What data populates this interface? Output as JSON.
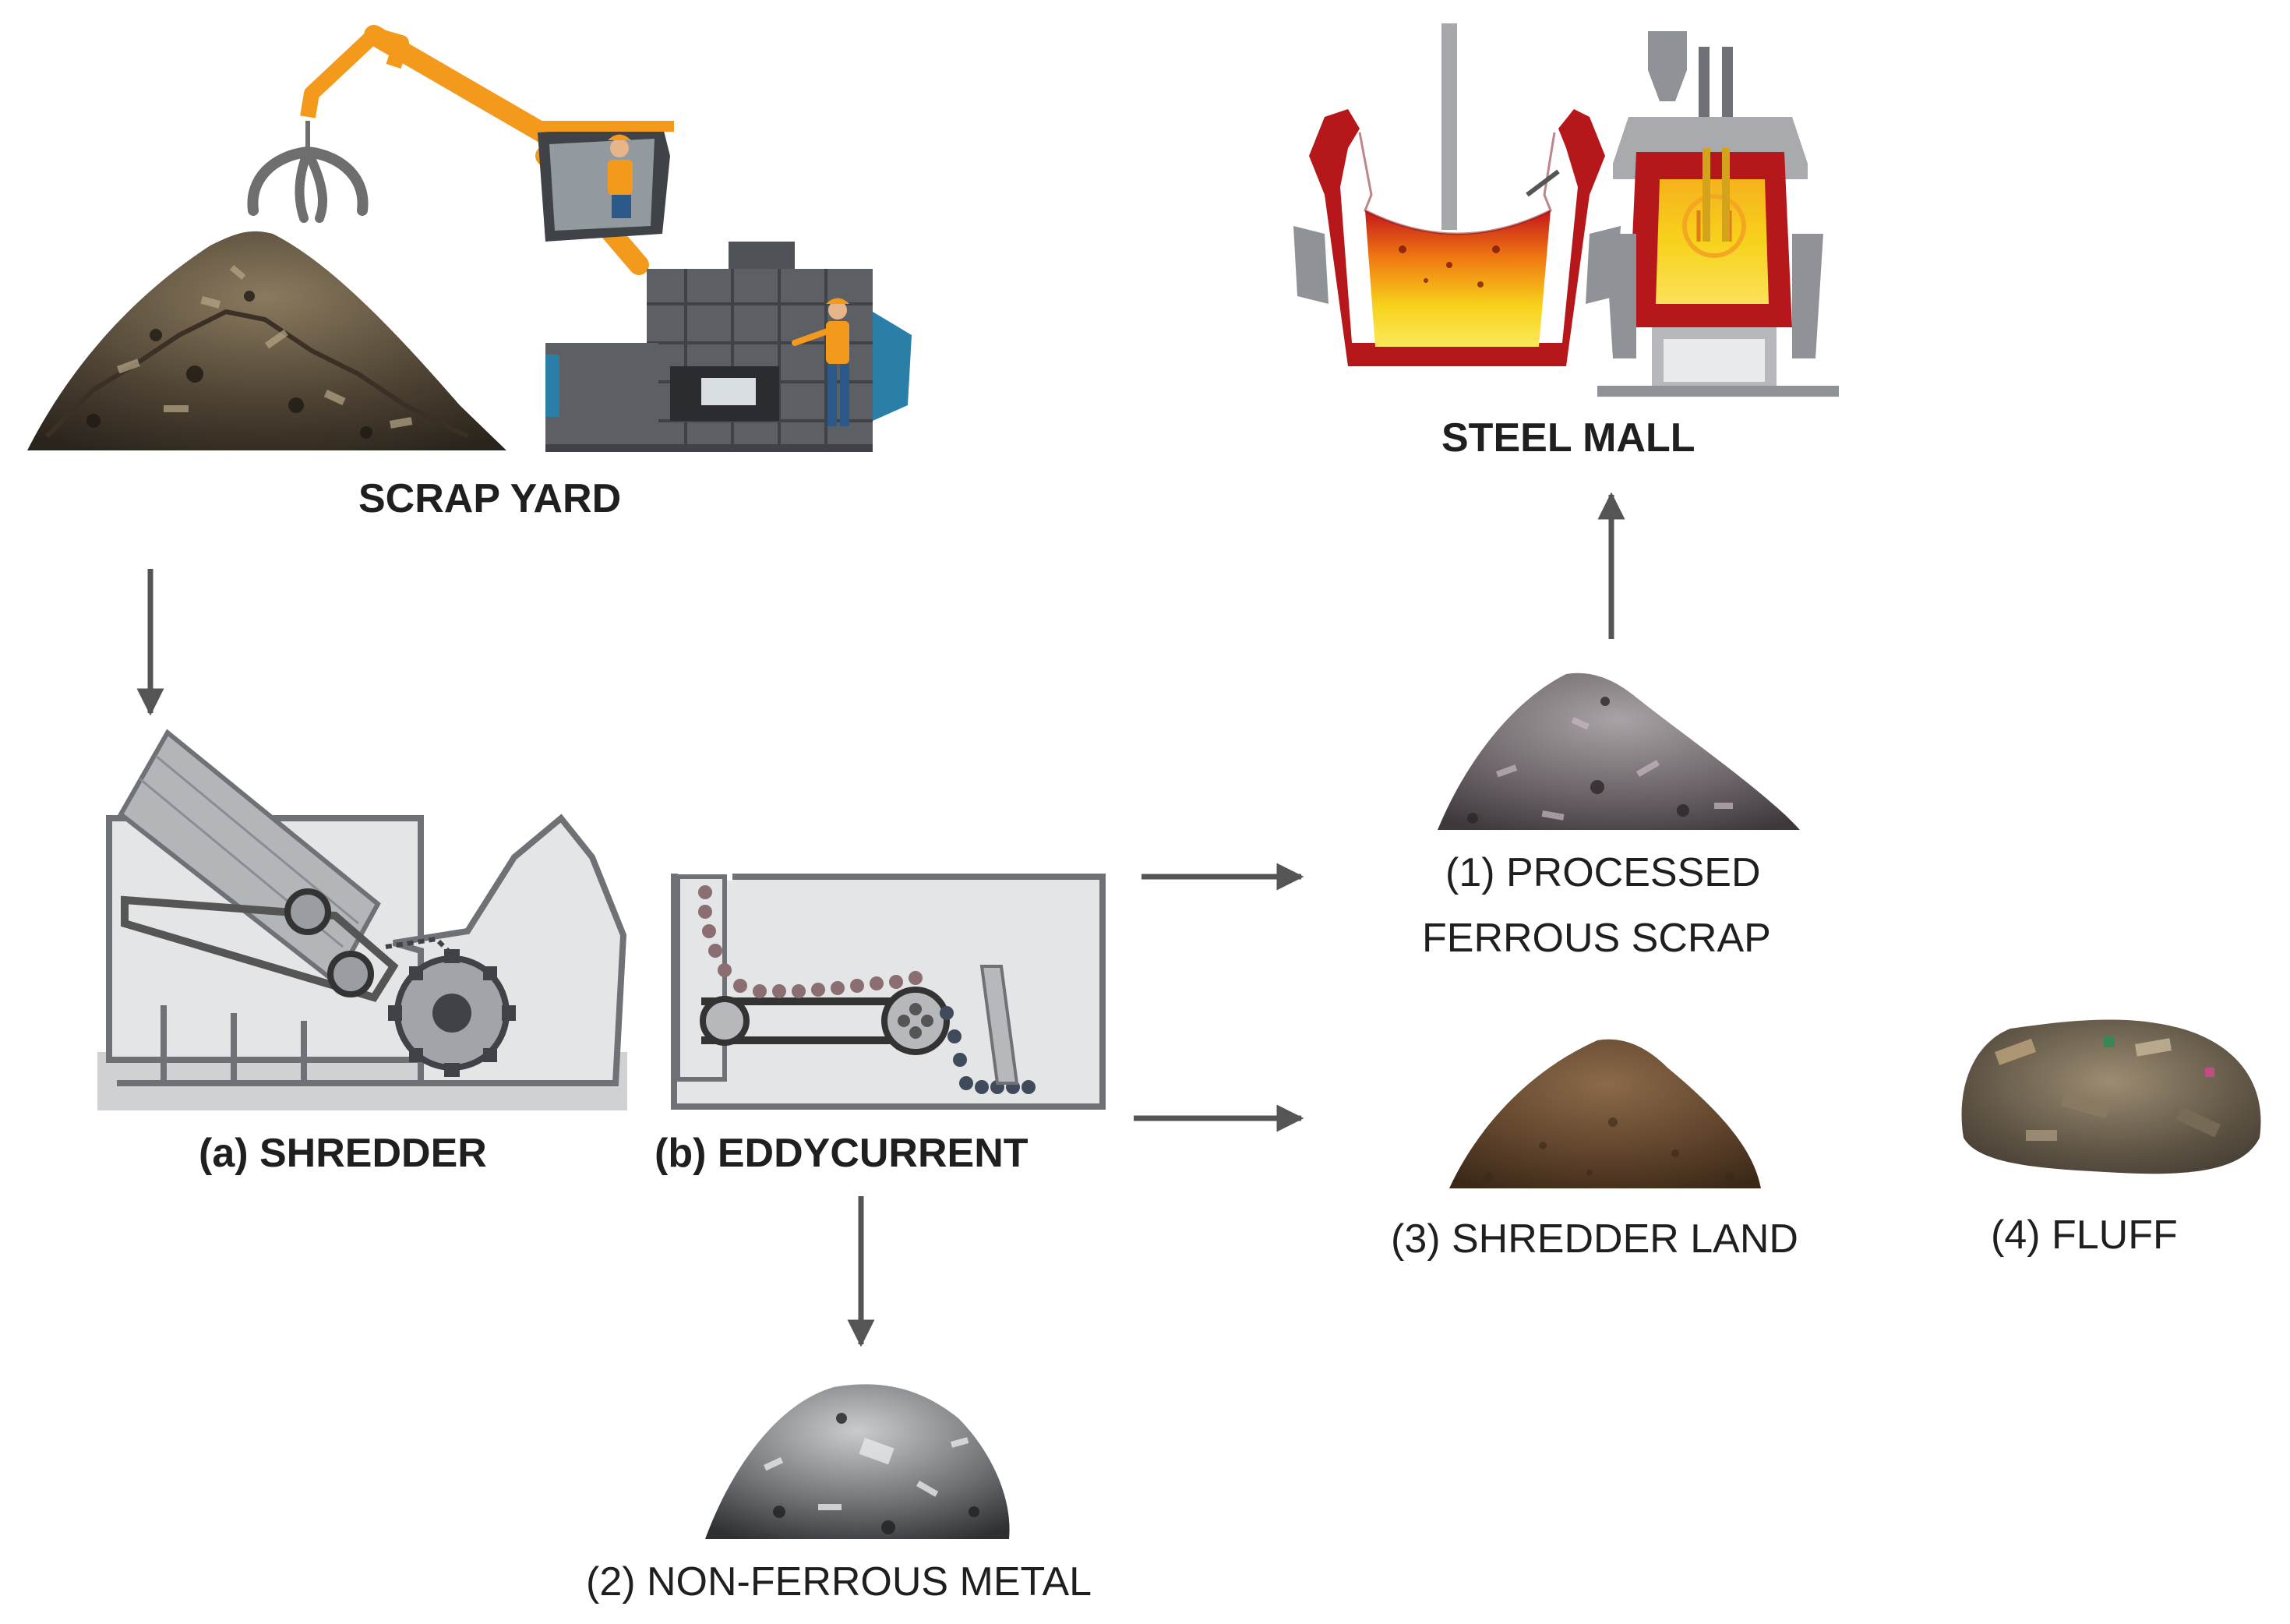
{
  "diagram": {
    "nodes": {
      "scrap_yard": "SCRAP YARD",
      "steel_mall": "STEEL MALL",
      "shredder": "(a) SHREDDER",
      "eddycurrent": "(b) EDDYCURRENT",
      "processed_ferrous_line1": "(1) PROCESSED",
      "processed_ferrous_line2": "FERROUS SCRAP",
      "non_ferrous": "(2) NON-FERROUS METAL",
      "shredder_land": "(3) SHREDDER LAND",
      "fluff": "(4) FLUFF"
    },
    "edges": [
      {
        "from": "scrap_yard",
        "to": "shredder"
      },
      {
        "from": "eddycurrent",
        "to": "processed_ferrous"
      },
      {
        "from": "eddycurrent",
        "to": "shredder_land"
      },
      {
        "from": "eddycurrent",
        "to": "non_ferrous"
      },
      {
        "from": "processed_ferrous",
        "to": "steel_mall"
      }
    ],
    "colors": {
      "arrow": "#555555",
      "crane": "#f39a1d",
      "machine_gray": "#8a8f93",
      "molten": "#f5c518",
      "furnace_red": "#b01818",
      "soil": "#6b4a2e"
    },
    "icons": [
      "scrap-pile-icon",
      "crane-icon",
      "baler-machine-icon",
      "ladle-furnace-icon",
      "electric-arc-furnace-icon",
      "shredder-machine-icon",
      "eddy-current-separator-icon",
      "ferrous-pile-icon",
      "non-ferrous-pile-icon",
      "soil-pile-icon",
      "fluff-pile-icon"
    ]
  }
}
